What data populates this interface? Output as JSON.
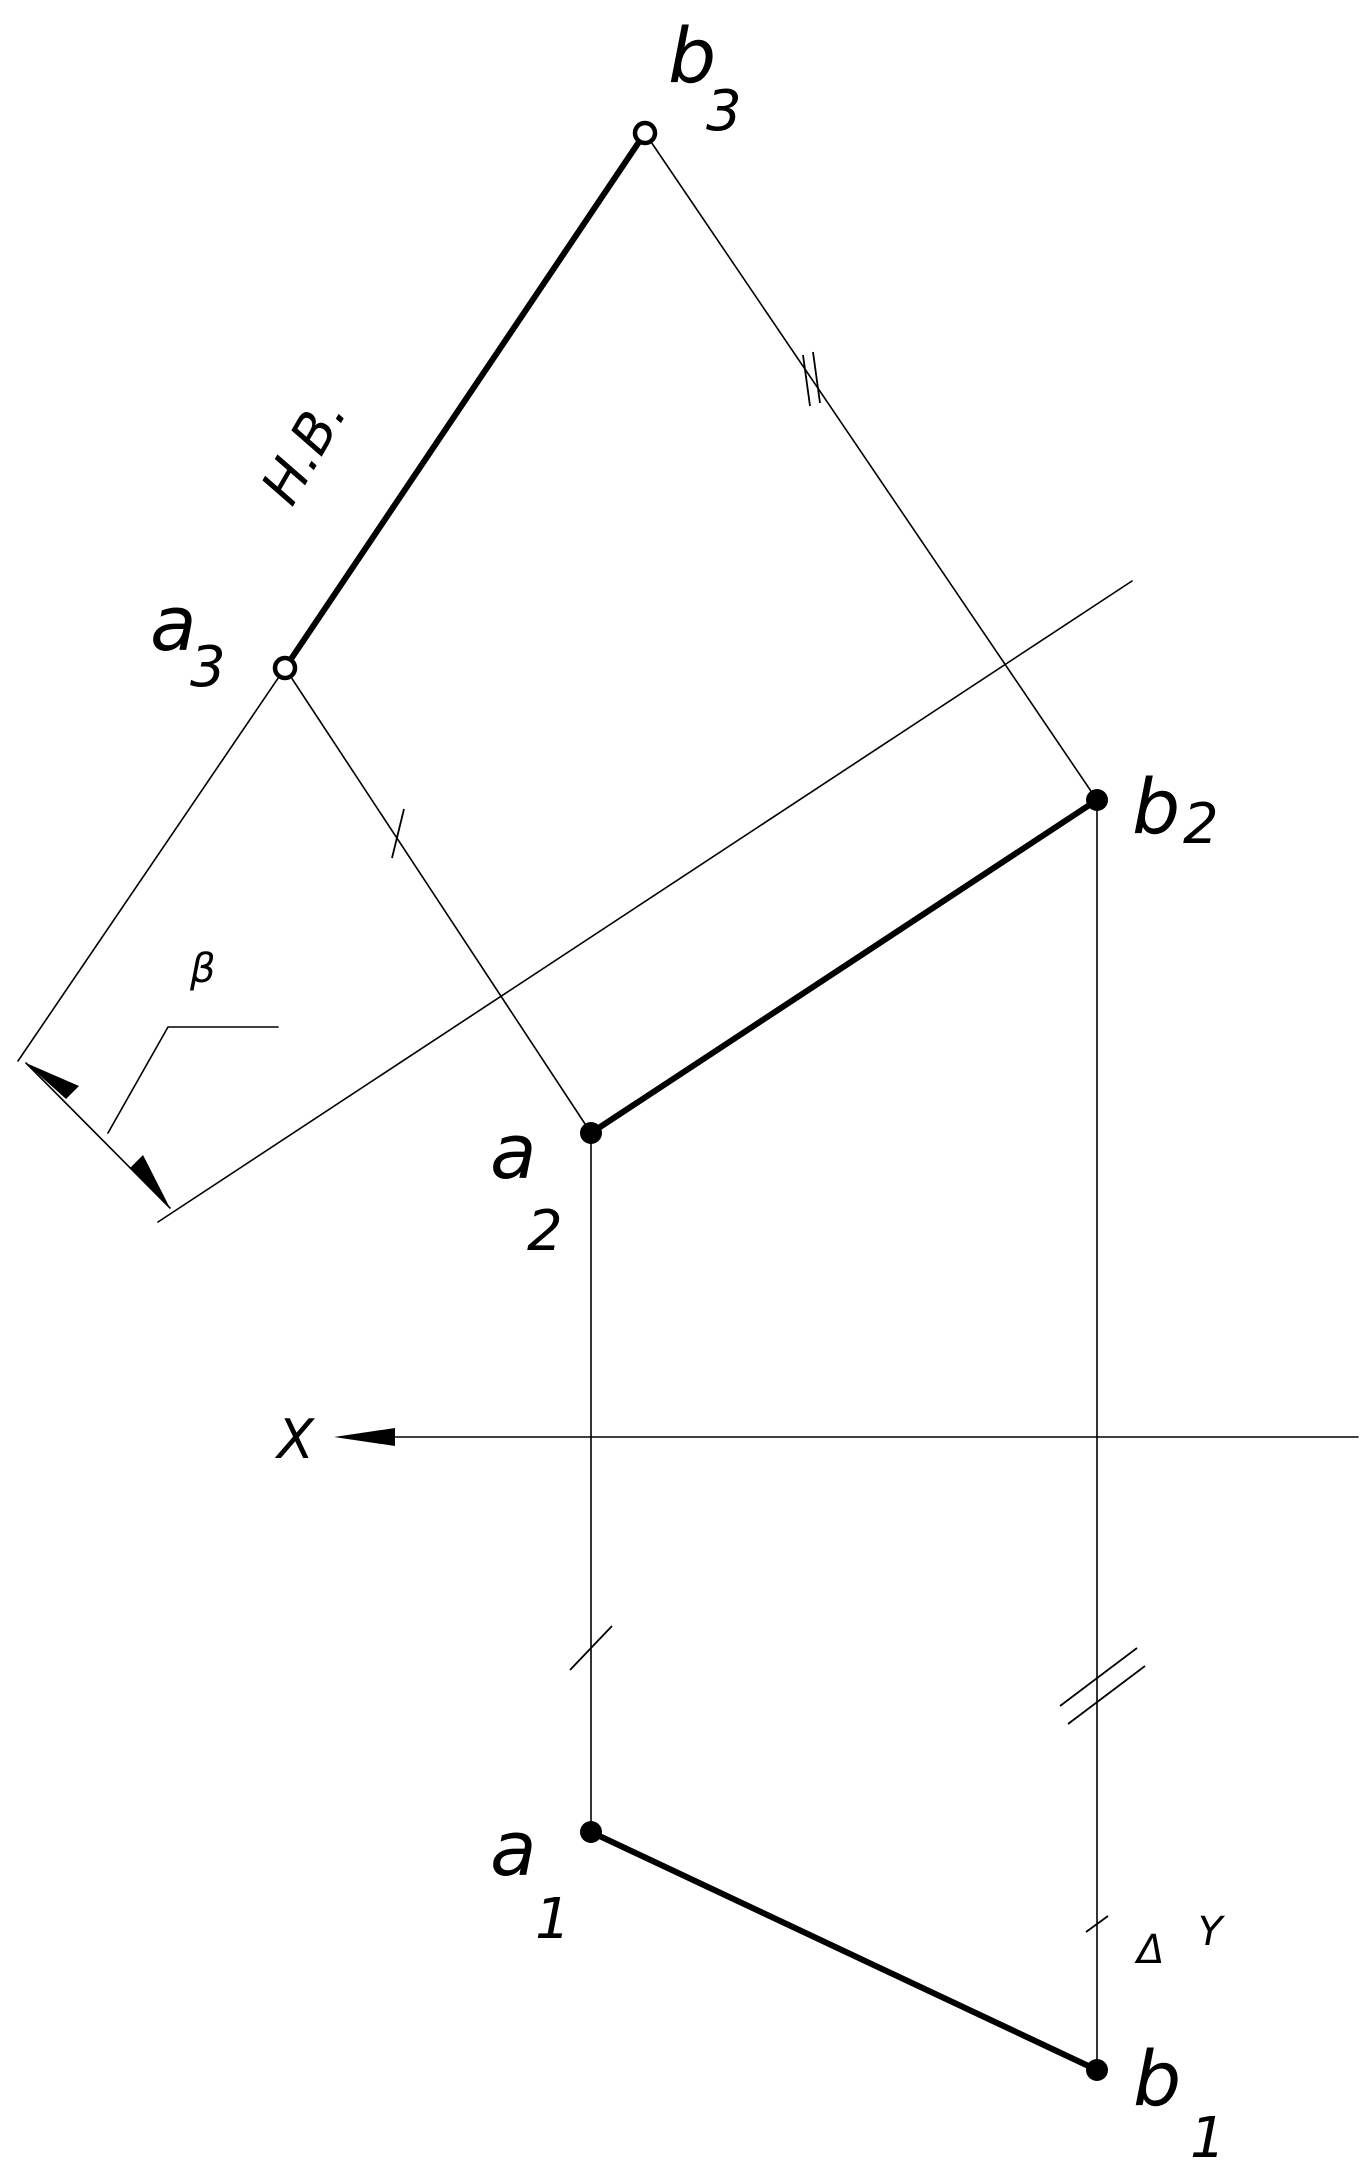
{
  "labels": {
    "a3": "a",
    "a3_sub": "3",
    "b3": "b",
    "b3_sub": "3",
    "a2": "a",
    "a2_sub": "2",
    "b2": "b",
    "b2_sub": "2",
    "a1": "a",
    "a1_sub": "1",
    "b1": "b",
    "b1_sub": "1",
    "true_length": "H.B.",
    "axis_x": "X",
    "angle": "β",
    "delta": "Δ",
    "delta_y": "Y"
  }
}
